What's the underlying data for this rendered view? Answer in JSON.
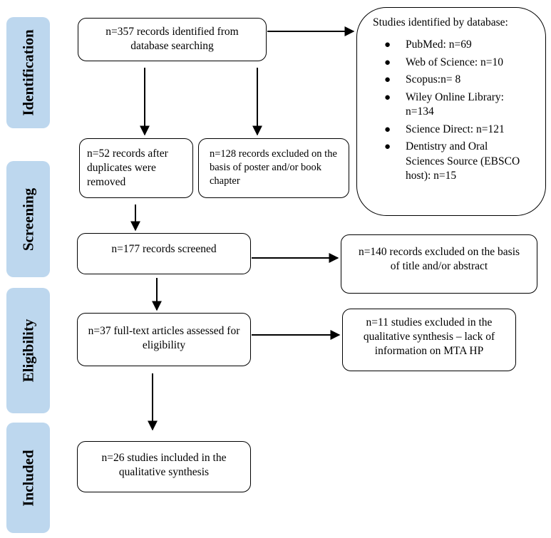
{
  "phases": {
    "identification": "Identification",
    "screening": "Screening",
    "eligibility": "Eligibility",
    "included": "Included"
  },
  "boxes": {
    "identified": "n=357 records identified from database searching",
    "after_duplicates": "n=52 records after duplicates were removed",
    "excluded_poster": "n=128 records excluded on the basis of poster and/or book chapter",
    "screened": "n=177 records screened",
    "excluded_title": "n=140 records excluded on the basis of title and/or abstract",
    "full_text": "n=37 full-text articles assessed for eligibility",
    "excluded_mta": "n=11 studies excluded in the qualitative synthesis – lack of information on MTA HP",
    "included": "n=26 studies included in the qualitative synthesis"
  },
  "databases": {
    "title": "Studies identified by database:",
    "items": [
      "PubMed: n=69",
      "Web of Science: n=10",
      "Scopus:n= 8",
      "Wiley Online Library: n=134",
      "Science Direct: n=121",
      "Dentistry and Oral Sciences Source (EBSCO host): n=15"
    ]
  },
  "colors": {
    "phase_fill": "#bdd7ee",
    "line": "#000000"
  }
}
